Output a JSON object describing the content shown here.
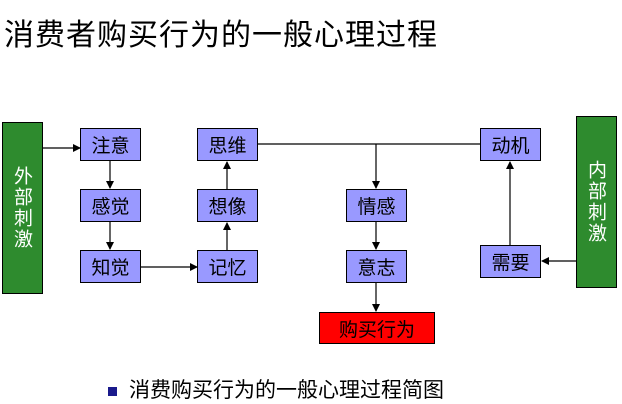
{
  "title": "消费者购买行为的一般心理过程",
  "external_stimulus": "外部刺激",
  "internal_stimulus": "内部刺激",
  "nodes": {
    "attention": "注意",
    "sensation": "感觉",
    "perception": "知觉",
    "thinking": "思维",
    "imagination": "想像",
    "memory": "记忆",
    "emotion": "情感",
    "will": "意志",
    "motive": "动机",
    "need": "需要"
  },
  "result": "购买行为",
  "caption": "消费购买行为的一般心理过程简图",
  "colors": {
    "node_fill": "#9999ff",
    "stimulus_fill": "#2e8b2e",
    "result_fill": "#ff0000",
    "bullet": "#1a1a8c"
  }
}
